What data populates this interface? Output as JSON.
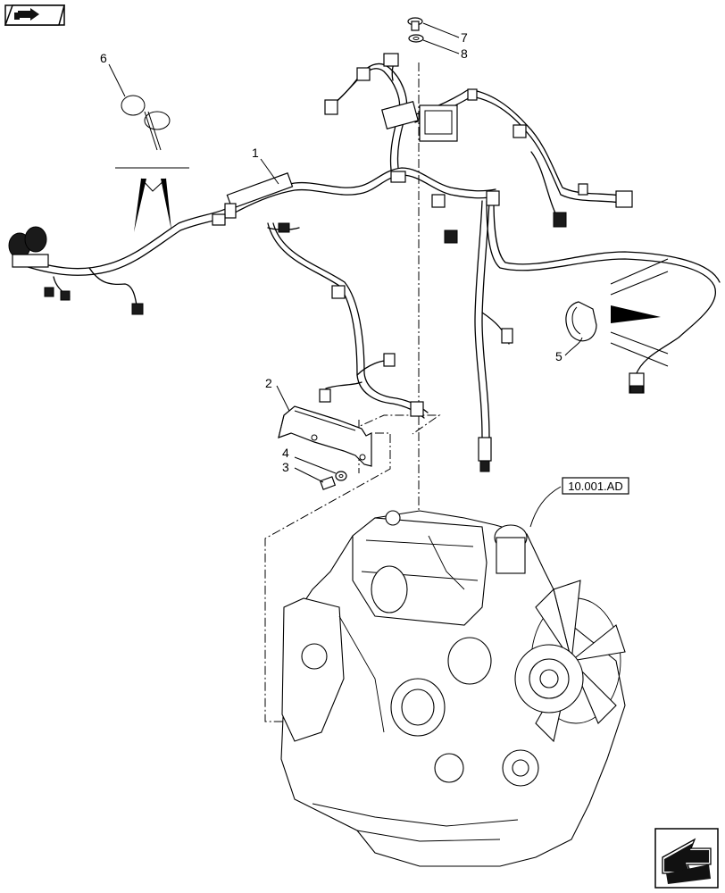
{
  "callouts": [
    {
      "id": "1",
      "label": "1"
    },
    {
      "id": "2",
      "label": "2"
    },
    {
      "id": "3",
      "label": "3"
    },
    {
      "id": "4",
      "label": "4"
    },
    {
      "id": "5",
      "label": "5"
    },
    {
      "id": "6",
      "label": "6"
    },
    {
      "id": "7",
      "label": "7"
    },
    {
      "id": "8",
      "label": "8"
    }
  ],
  "reference": {
    "label": "10.001.AD"
  },
  "icons": {
    "top_left": "view-direction-icon",
    "bottom_right": "next-page-arrow-icon"
  }
}
